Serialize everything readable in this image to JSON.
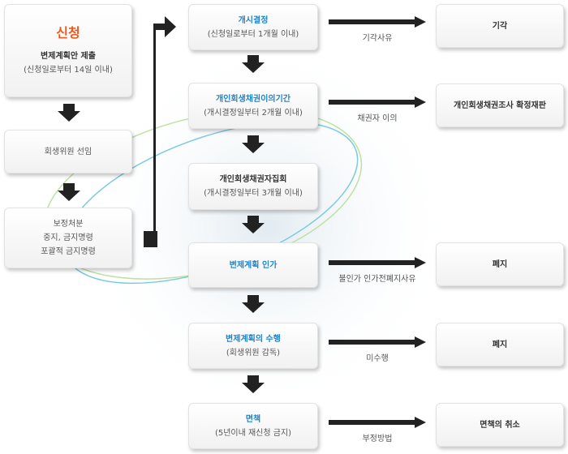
{
  "left_column": {
    "apply": {
      "title": "신청",
      "line1": "변제계획안 제출",
      "line2": "(신청일로부터 14일 이내)"
    },
    "appoint": {
      "text": "회생위원 선임"
    },
    "preserve": {
      "line1": "보정처분",
      "line2": "중지, 금지명령",
      "line3": "포괄적 금지명령"
    }
  },
  "center_column": {
    "commence": {
      "title": "개시결정",
      "sub": "(신청일로부터 1개월 이내)"
    },
    "objection": {
      "title": "개인회생채권이의기간",
      "sub": "(개시결정일부터 2개월 이내)"
    },
    "meeting": {
      "title": "개인회생채권자집회",
      "sub": "(개시결정일부터 3개월 이내)"
    },
    "approval": {
      "title": "변제계획 인가"
    },
    "execution": {
      "title": "변제계획의 수행",
      "sub": "(회생위원 감독)"
    },
    "discharge": {
      "title": "면책",
      "sub": "(5년이내 재신청 금지)"
    }
  },
  "right_column": {
    "dismiss": "기각",
    "confirm_trial": "개인회생채권조사 확정재판",
    "abolish1": "폐지",
    "abolish2": "폐지",
    "revoke": "면책의 취소"
  },
  "arrow_labels": {
    "dismiss_reason": "기각사유",
    "creditor_objection": "채권자 이의",
    "rejection": "불인가 인가전폐지사유",
    "non_performance": "미수행",
    "fraud": "부정방법"
  },
  "colors": {
    "orange": "#ee5a1e",
    "blue": "#1f84c9",
    "arrow": "#222222"
  }
}
